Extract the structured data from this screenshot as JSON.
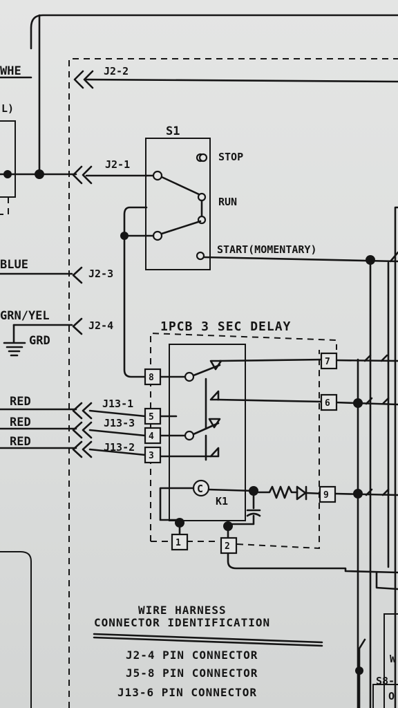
{
  "left_labels": {
    "whe": "WHE",
    "l_paren": "L)",
    "blue": "BLUE",
    "grn_yel": "GRN/YEL",
    "grd": "GRD",
    "red_1": "RED",
    "red_2": "RED",
    "red_3": "RED"
  },
  "connectors": {
    "j2_2": "J2-2",
    "j2_1": "J2-1",
    "j2_3": "J2-3",
    "j2_4": "J2-4",
    "j13_1": "J13-1",
    "j13_3": "J13-3",
    "j13_2": "J13-2"
  },
  "switch_s1": {
    "name": "S1",
    "stop": "STOP",
    "run": "RUN",
    "start": "START(MOMENTARY)"
  },
  "pcb": {
    "title": "1PCB 3 SEC DELAY",
    "coil": "C",
    "relay": "K1",
    "pins": {
      "p1": "1",
      "p2": "2",
      "p3": "3",
      "p4": "4",
      "p5": "5",
      "p6": "6",
      "p7": "7",
      "p8": "8",
      "p9": "9"
    }
  },
  "legend": {
    "title_line1": "WIRE HARNESS",
    "title_line2": "CONNECTOR IDENTIFICATION",
    "rows": [
      "J2-4 PIN CONNECTOR",
      "J5-8 PIN CONNECTOR",
      "J13-6 PIN CONNECTOR"
    ]
  },
  "right_fragments": {
    "s8": "S8-",
    "o": "O",
    "w": "W"
  }
}
